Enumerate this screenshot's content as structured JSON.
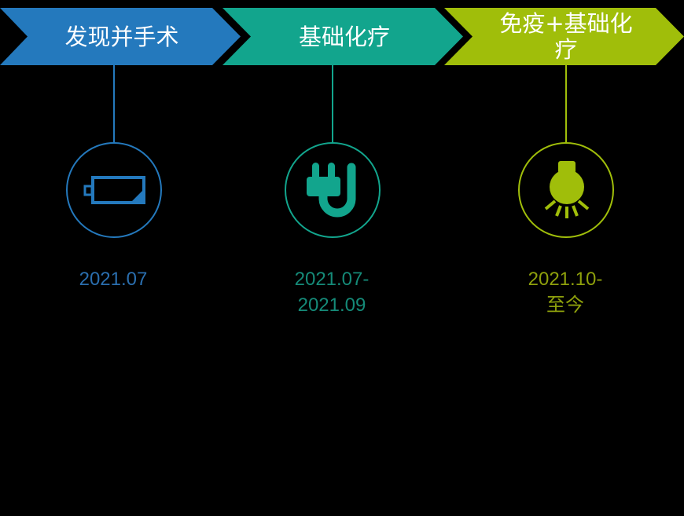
{
  "colors": {
    "blue": "#2479bd",
    "teal": "#12a58d",
    "green": "#a0be0a",
    "blue_text": "#2a6eae",
    "teal_text": "#158a78",
    "green_text": "#8ea00c",
    "background": "#000000"
  },
  "stages": [
    {
      "label": "发现并手术",
      "icon": "battery-icon",
      "date_line1": "2021.07",
      "date_line2": ""
    },
    {
      "label": "基础化疗",
      "icon": "plug-icon",
      "date_line1": "2021.07-",
      "date_line2": "2021.09"
    },
    {
      "label": "免疫+基础化疗",
      "label_line1": "免疫+基础化",
      "label_line2": "疗",
      "icon": "lightbulb-icon",
      "date_line1": "2021.10-",
      "date_line2": "至今"
    }
  ]
}
